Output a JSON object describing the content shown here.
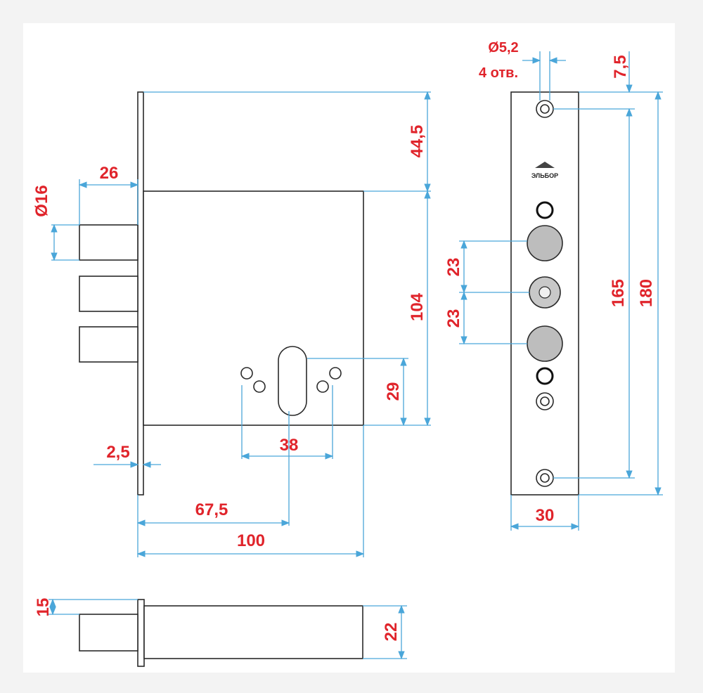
{
  "drawing": {
    "colors": {
      "dimension_text": "#e0242b",
      "dimension_line": "#4aa6d9",
      "outline": "#2a2a2a",
      "background": "#f3f3f3"
    },
    "front_view": {
      "dims": {
        "plate_to_case": "26",
        "bolt_diameter": "Ø16",
        "top_offset": "44,5",
        "case_height": "104",
        "cylinder_height": "29",
        "screw_spacing": "38",
        "plate_thickness": "2,5",
        "backset": "67,5",
        "case_width": "100"
      }
    },
    "faceplate_view": {
      "logo": "ЭЛЬБОР",
      "dims": {
        "hole_diameter": "Ø5,2",
        "hole_count": "4 отв.",
        "hole_offset": "7,5",
        "bolt_spacing_1": "23",
        "bolt_spacing_2": "23",
        "hole_spacing": "165",
        "faceplate_length": "180",
        "faceplate_width": "30"
      }
    },
    "bottom_view": {
      "dims": {
        "bolt_height": "15",
        "case_thickness": "22"
      }
    }
  }
}
